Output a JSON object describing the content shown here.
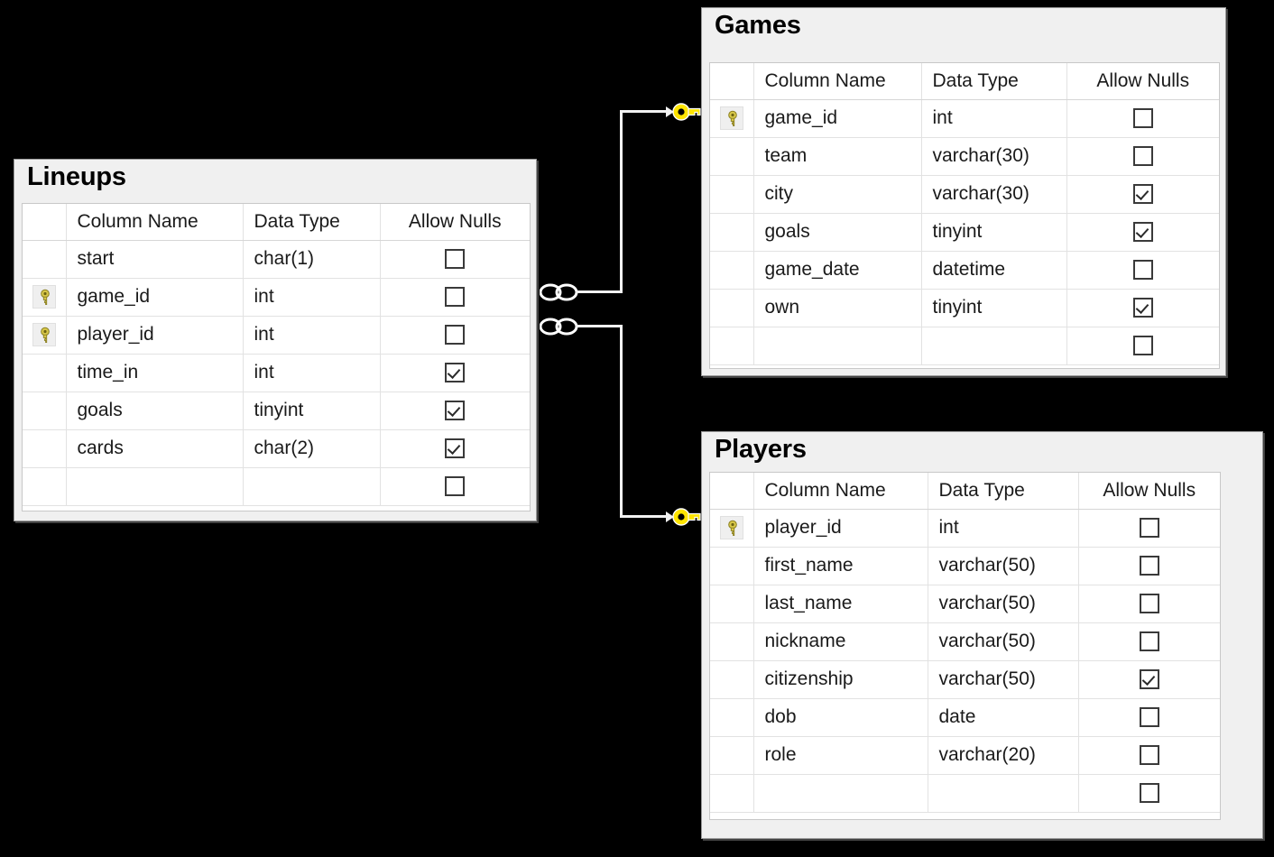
{
  "diagram": {
    "kind": "database-schema-diagram",
    "background_color": "#000000",
    "columns_header": {
      "key": "",
      "column_name": "Column Name",
      "data_type": "Data Type",
      "allow_nulls": "Allow Nulls"
    },
    "tables": [
      {
        "id": "lineups",
        "title": "Lineups",
        "rows": [
          {
            "key": false,
            "name": "start",
            "type": "char(1)",
            "nulls": false
          },
          {
            "key": true,
            "name": "game_id",
            "type": "int",
            "nulls": false
          },
          {
            "key": true,
            "name": "player_id",
            "type": "int",
            "nulls": false
          },
          {
            "key": false,
            "name": "time_in",
            "type": "int",
            "nulls": true
          },
          {
            "key": false,
            "name": "goals",
            "type": "tinyint",
            "nulls": true
          },
          {
            "key": false,
            "name": "cards",
            "type": "char(2)",
            "nulls": true
          },
          {
            "key": false,
            "name": "",
            "type": "",
            "nulls": false
          }
        ]
      },
      {
        "id": "games",
        "title": "Games",
        "rows": [
          {
            "key": true,
            "name": "game_id",
            "type": "int",
            "nulls": false
          },
          {
            "key": false,
            "name": "team",
            "type": "varchar(30)",
            "nulls": false
          },
          {
            "key": false,
            "name": "city",
            "type": "varchar(30)",
            "nulls": true
          },
          {
            "key": false,
            "name": "goals",
            "type": "tinyint",
            "nulls": true
          },
          {
            "key": false,
            "name": "game_date",
            "type": "datetime",
            "nulls": false
          },
          {
            "key": false,
            "name": "own",
            "type": "tinyint",
            "nulls": true
          },
          {
            "key": false,
            "name": "",
            "type": "",
            "nulls": false
          }
        ]
      },
      {
        "id": "players",
        "title": "Players",
        "rows": [
          {
            "key": true,
            "name": "player_id",
            "type": "int",
            "nulls": false
          },
          {
            "key": false,
            "name": "first_name",
            "type": "varchar(50)",
            "nulls": false
          },
          {
            "key": false,
            "name": "last_name",
            "type": "varchar(50)",
            "nulls": false
          },
          {
            "key": false,
            "name": "nickname",
            "type": "varchar(50)",
            "nulls": false
          },
          {
            "key": false,
            "name": "citizenship",
            "type": "varchar(50)",
            "nulls": true
          },
          {
            "key": false,
            "name": "dob",
            "type": "date",
            "nulls": false
          },
          {
            "key": false,
            "name": "role",
            "type": "varchar(20)",
            "nulls": false
          },
          {
            "key": false,
            "name": "",
            "type": "",
            "nulls": false
          }
        ]
      }
    ],
    "relationships": [
      {
        "id": "rel-lineups-games",
        "from_table": "lineups",
        "from_symbol": "many-infinity",
        "to_table": "games",
        "to_symbol": "primary-key"
      },
      {
        "id": "rel-lineups-players",
        "from_table": "lineups",
        "from_symbol": "many-infinity",
        "to_table": "players",
        "to_symbol": "primary-key"
      }
    ],
    "colors": {
      "key_icon": "#d8c84a",
      "relationship_key": "#ffe500",
      "connector_line": "#f2f2f2",
      "card_header_bg": "#f0f0f0",
      "grid_bg": "#ffffff",
      "grid_line": "#e2e2e2"
    }
  }
}
